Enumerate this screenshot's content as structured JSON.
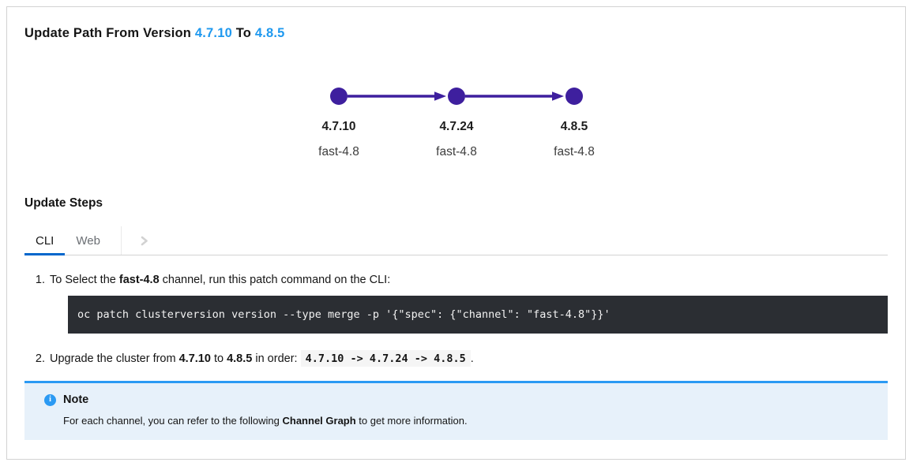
{
  "header": {
    "title_prefix": "Update Path From Version ",
    "from_version": "4.7.10",
    "title_middle": " To ",
    "to_version": "4.8.5"
  },
  "graph": {
    "type": "directed-path",
    "nodes": [
      {
        "version": "4.7.10",
        "channel": "fast-4.8"
      },
      {
        "version": "4.7.24",
        "channel": "fast-4.8"
      },
      {
        "version": "4.8.5",
        "channel": "fast-4.8"
      }
    ],
    "edges": [
      "4.7.10 -> 4.7.24",
      "4.7.24 -> 4.8.5"
    ]
  },
  "steps": {
    "heading": "Update Steps",
    "tabs": [
      {
        "label": "CLI",
        "active": true
      },
      {
        "label": "Web",
        "active": false
      }
    ],
    "scroll_icon": "chevron-right",
    "step1": {
      "text_before": "To Select the ",
      "bold": "fast-4.8",
      "text_after": " channel, run this patch command on the CLI:",
      "command": "oc patch clusterversion version --type merge -p '{\"spec\": {\"channel\": \"fast-4.8\"}}'"
    },
    "step2": {
      "text_part1": "Upgrade the cluster from ",
      "bold1": "4.7.10",
      "text_part2": " to ",
      "bold2": "4.8.5",
      "text_part3": " in order: ",
      "order_code": "4.7.10 -> 4.7.24 -> 4.8.5",
      "text_part4": "."
    }
  },
  "note": {
    "title": "Note",
    "text_before": "For each channel, you can refer to the following ",
    "bold": "Channel Graph",
    "text_after": " to get more information."
  },
  "colors": {
    "text_dark": "#151515",
    "link_blue": "#1f99ef",
    "tab_active_underline": "#0066cc",
    "tab_inactive_gray": "#6a6e73",
    "node_purple": "#3e1f9e",
    "code_block_bg": "#2b2e33",
    "inline_code_bg": "#f5f5f5",
    "note_bg": "#e7f1fa",
    "note_border": "#2b9af3",
    "divider_gray": "#d2d2d2"
  }
}
